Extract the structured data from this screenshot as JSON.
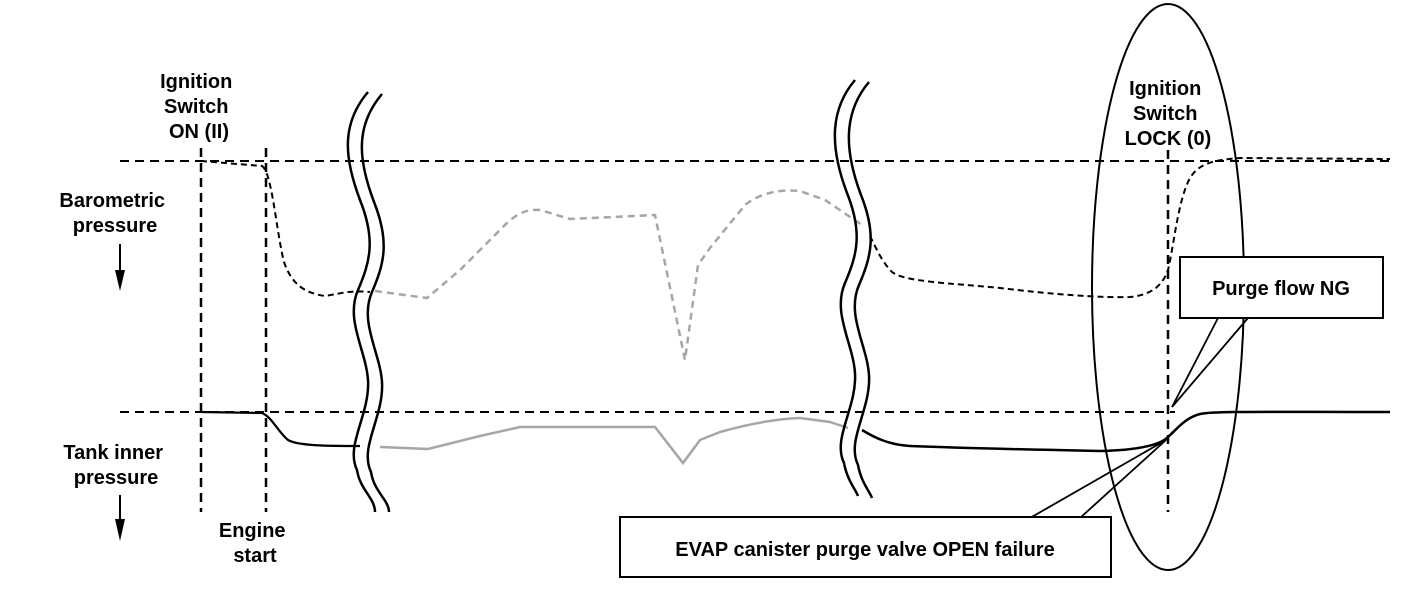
{
  "labels": {
    "ign_on": [
      "Ignition",
      "Switch",
      "ON (II)"
    ],
    "ign_lock": [
      "Ignition",
      "Switch",
      "LOCK (0)"
    ],
    "baro": [
      "Barometric",
      "pressure"
    ],
    "tank": [
      "Tank inner",
      "pressure"
    ],
    "engine": [
      "Engine",
      "start"
    ],
    "purge_ng": "Purge flow NG",
    "evap": "EVAP canister purge valve OPEN failure"
  },
  "colors": {
    "ink": "#000000",
    "faded_trace": "#a6a6a6"
  }
}
